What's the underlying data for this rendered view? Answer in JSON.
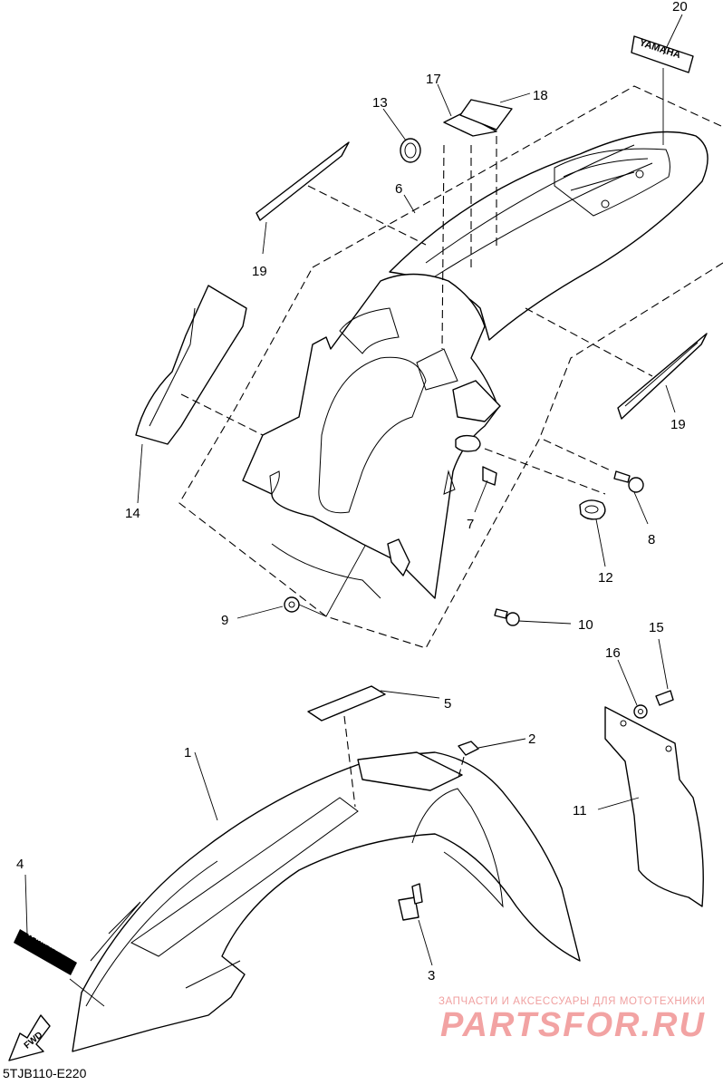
{
  "figure_code": "5TJB110-E220",
  "callouts": {
    "p1": "1",
    "p2": "2",
    "p3": "3",
    "p4": "4",
    "p5": "5",
    "p6": "6",
    "p7": "7",
    "p8": "8",
    "p9": "9",
    "p10": "10",
    "p11": "11",
    "p12": "12",
    "p13": "13",
    "p14": "14",
    "p15": "15",
    "p16": "16",
    "p17": "17",
    "p18": "18",
    "p19a": "19",
    "p19b": "19",
    "p20": "20"
  },
  "decals": {
    "front_fender_label": "YAMAHA",
    "top_decal_label": "YAMAHA",
    "direction_label": "FWD"
  },
  "watermark": {
    "subtitle": "ЗАПЧАСТИ И АКСЕССУАРЫ ДЛЯ МОТОТЕХНИКИ",
    "logo": "PARTSFOR.RU"
  }
}
